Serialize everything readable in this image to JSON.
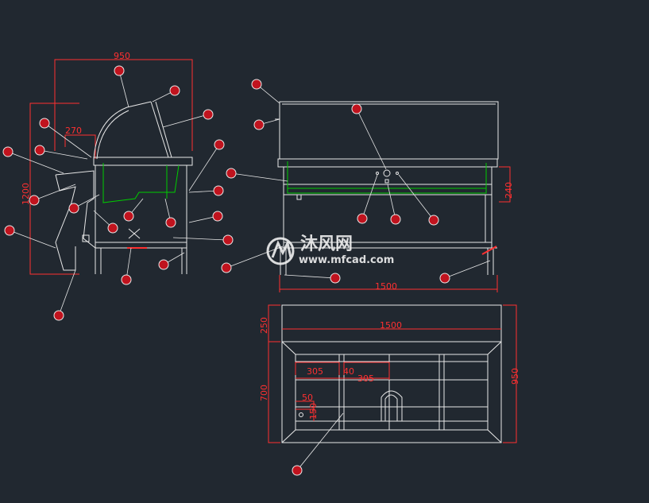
{
  "colors": {
    "background": "#212830",
    "line": "#e8e8e8",
    "dimension": "#ff3030",
    "hidden_part": "#00cc00",
    "balloon_fill": "#c0131e"
  },
  "dimensions": {
    "side_width": "950",
    "side_height": "1200",
    "side_inner": "270",
    "front_width": "1500",
    "front_height": "240",
    "plan_width": "1500",
    "plan_depth": "950",
    "plan_back": "250",
    "plan_front": "700",
    "plan_pan_a": "305",
    "plan_gap": "40",
    "plan_pan_b": "305",
    "plan_drain_x": "50",
    "plan_drain_y": "150"
  },
  "watermark": {
    "brand_cn": "沐风网",
    "url": "www.mfcad.com",
    "icon": "mf-logo-icon"
  }
}
